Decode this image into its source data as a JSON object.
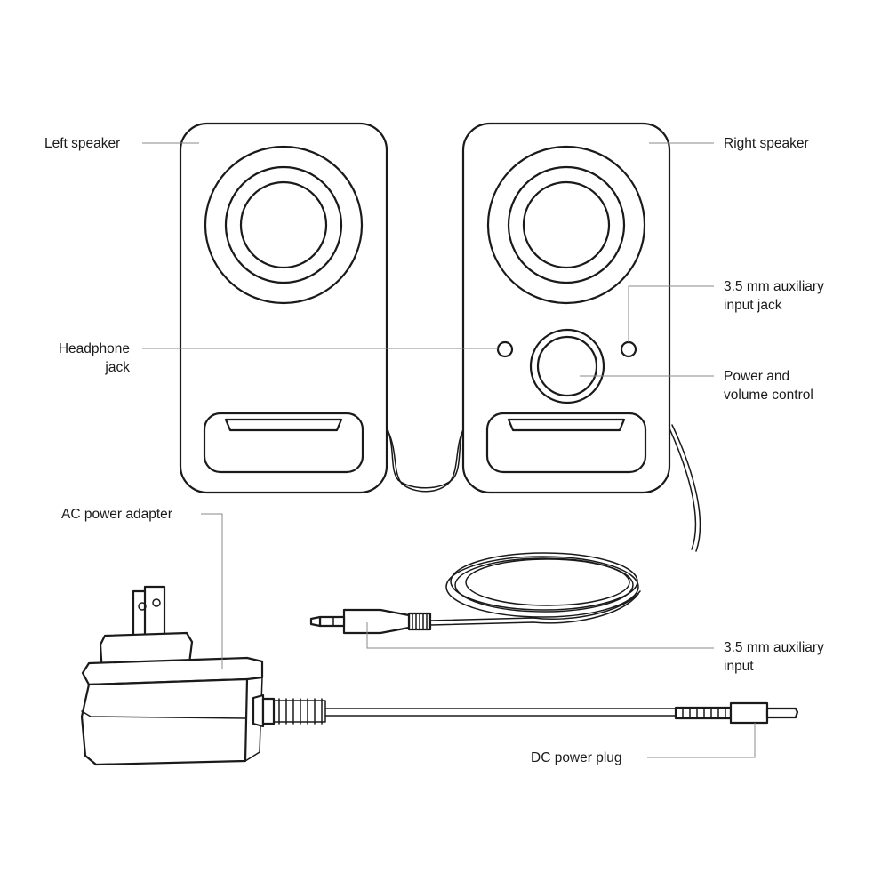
{
  "labels": {
    "left_speaker": "Left speaker",
    "right_speaker": "Right speaker",
    "aux_input_jack_line1": "3.5 mm auxiliary",
    "aux_input_jack_line2": "input jack",
    "headphone_jack_line1": "Headphone",
    "headphone_jack_line2": "jack",
    "power_volume_line1": "Power and",
    "power_volume_line2": "volume control",
    "ac_adapter": "AC power adapter",
    "aux_input_line1": "3.5 mm auxiliary",
    "aux_input_line2": "input",
    "dc_plug": "DC power plug"
  },
  "colors": {
    "line": "#1a1a1a",
    "leader": "#8a8a8a",
    "background": "#ffffff"
  }
}
